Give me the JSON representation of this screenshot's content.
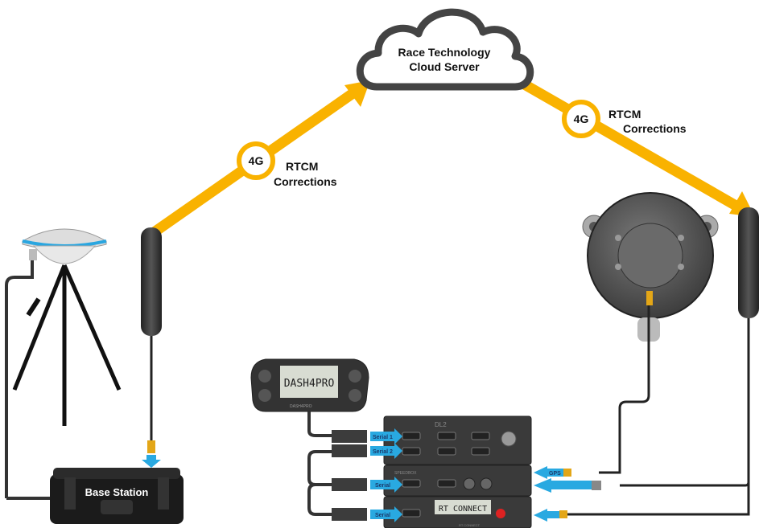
{
  "cloud": {
    "line1": "Race Technology",
    "line2": "Cloud Server"
  },
  "links": [
    {
      "badge": "4G",
      "label1": "RTCM",
      "label2": "Corrections"
    },
    {
      "badge": "4G",
      "label1": "RTCM",
      "label2": "Corrections"
    }
  ],
  "base_station": {
    "label": "Base Station"
  },
  "dash": {
    "screen": "DASH4PRO",
    "brand": "DASH4PRO"
  },
  "stack": {
    "dl2": "DL2",
    "speedbox": "SPEEDBOX",
    "rtconnect_screen": "RT CONNECT",
    "rtconnect_label": "RT CONNECT"
  },
  "ports": {
    "serial1": "Serial 1",
    "serial2": "Serial 2",
    "serial_a": "Serial",
    "serial_b": "Serial",
    "gps": "GPS"
  },
  "colors": {
    "arrow": "#F9B200",
    "cable_arrow": "#29A9E1",
    "device": "#3a3a3a"
  }
}
